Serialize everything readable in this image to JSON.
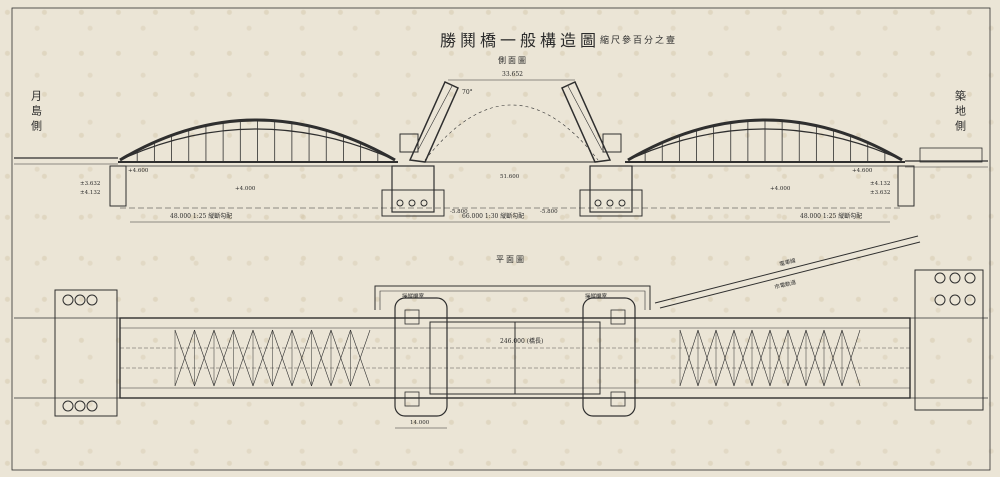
{
  "title": "勝鬨橋一般構造圖",
  "scale": "縮尺參百分之壹",
  "side_left": "月島側",
  "side_right": "築地側",
  "section_label": "側面圖",
  "plan_label": "平面圖",
  "arch_span": "33.652",
  "angle_note": "70°",
  "center_span": "51.600",
  "total_length": "246.000 (橋長)",
  "bottom_width": "14.000",
  "gradient_left": "48.000 1:25 縦斷勾配",
  "gradient_center": "66.000 1:30 縦斷勾配",
  "gradient_right": "48.000 1:25 縦斷勾配",
  "bearing_left": "操縦機室",
  "bearing_right": "操縦機室",
  "road_right": "電車線",
  "road_right2": "市電軌道",
  "levels": {
    "l1": "±3.632",
    "l2": "±4.132",
    "l3": "+4.600",
    "l4": "±4.132",
    "l5": "±3.632",
    "l6": "+4.600",
    "low1": "-5.800",
    "low2": "-5.800",
    "low3": "+4.000",
    "low4": "+4.000"
  }
}
